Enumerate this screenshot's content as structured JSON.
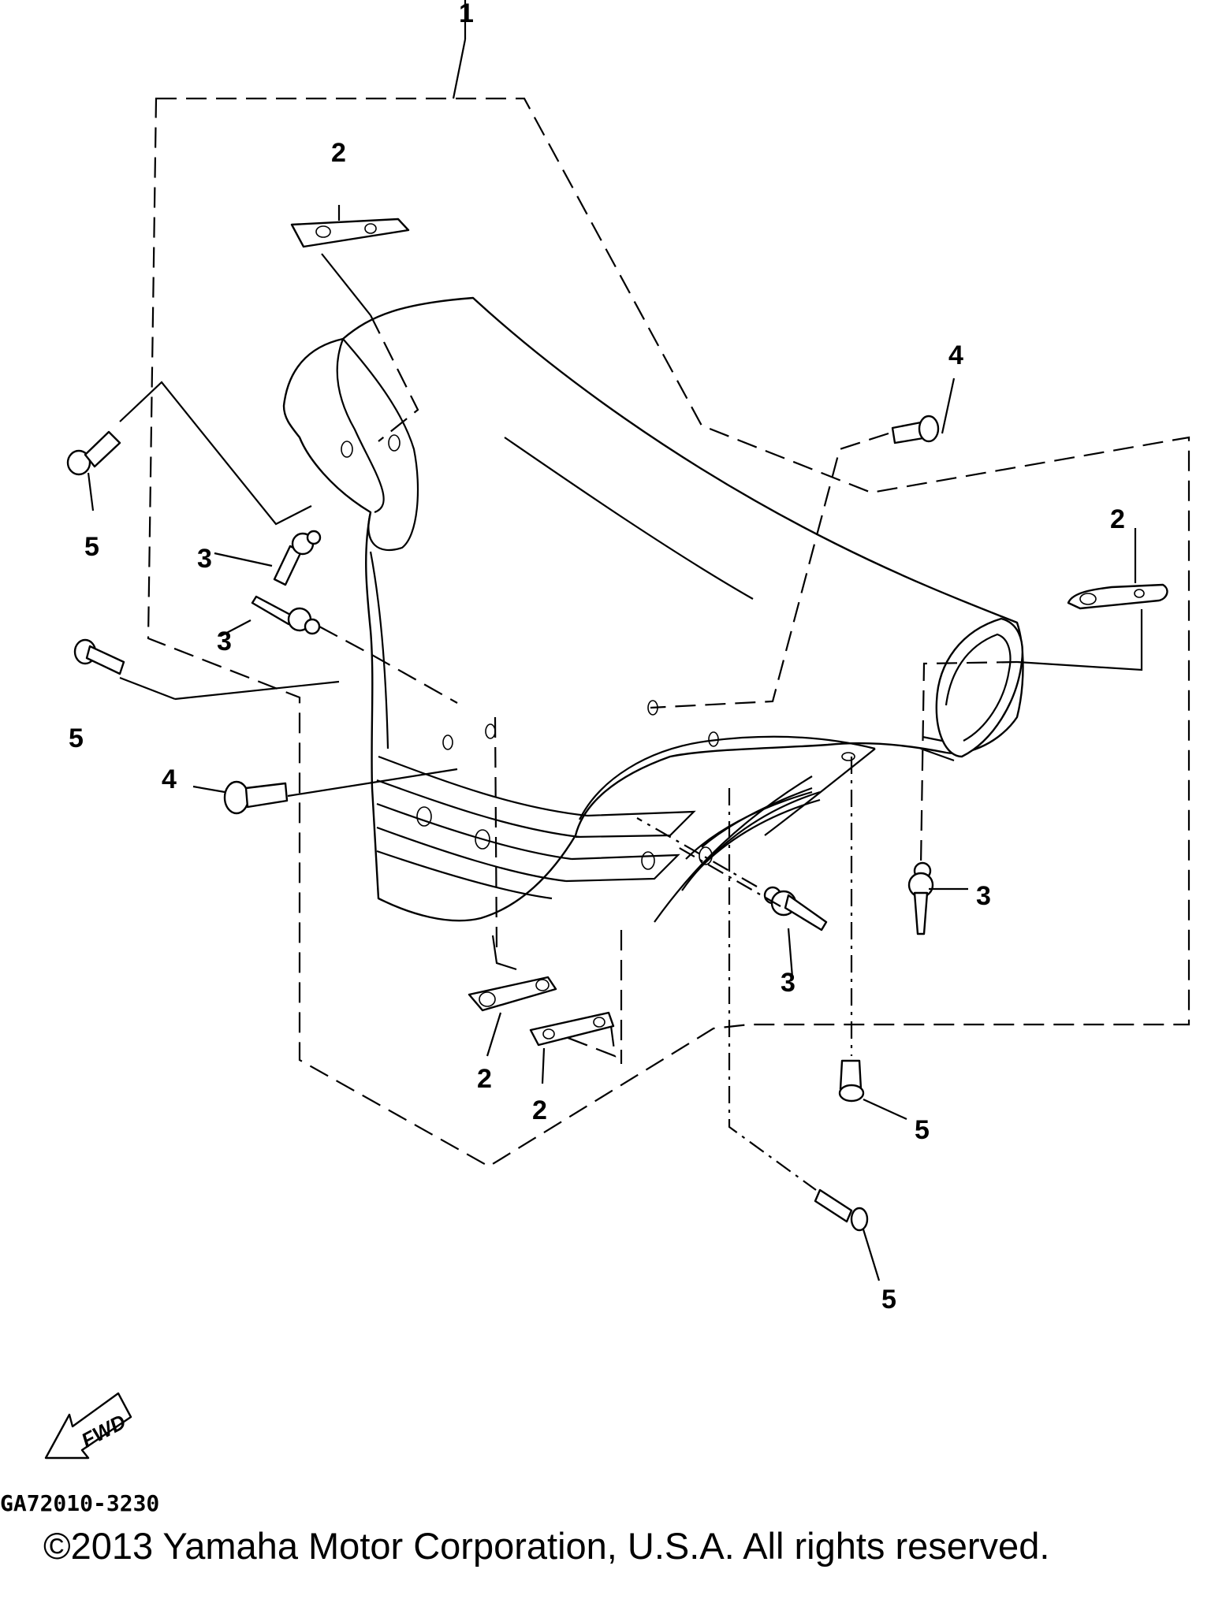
{
  "callouts": {
    "c1": "1",
    "c2a": "2",
    "c2b": "2",
    "c2c": "2",
    "c2d": "2",
    "c3a": "3",
    "c3b": "3",
    "c3c": "3",
    "c3d": "3",
    "c4a": "4",
    "c4b": "4",
    "c5a": "5",
    "c5b": "5",
    "c5c": "5",
    "c5d": "5"
  },
  "fwd_label": "FWD",
  "ref_code": "GA72010-3230",
  "copyright": "©2013 Yamaha Motor Corporation, U.S.A. All rights reserved."
}
